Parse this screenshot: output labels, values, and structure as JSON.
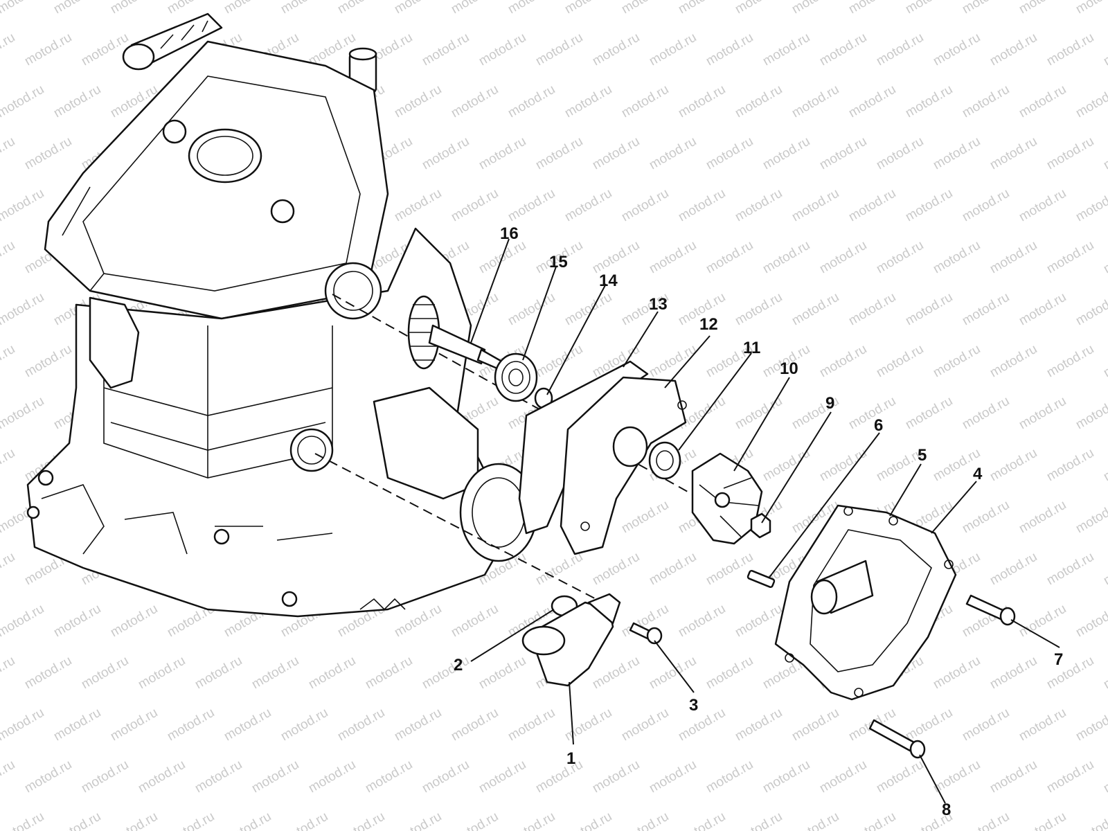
{
  "watermark": "motod.ru",
  "callouts": [
    {
      "label": "1"
    },
    {
      "label": "2"
    },
    {
      "label": "3"
    },
    {
      "label": "4"
    },
    {
      "label": "5"
    },
    {
      "label": "6"
    },
    {
      "label": "7"
    },
    {
      "label": "8"
    },
    {
      "label": "9"
    },
    {
      "label": "10"
    },
    {
      "label": "11"
    },
    {
      "label": "12"
    },
    {
      "label": "13"
    },
    {
      "label": "14"
    },
    {
      "label": "15"
    },
    {
      "label": "16"
    }
  ]
}
